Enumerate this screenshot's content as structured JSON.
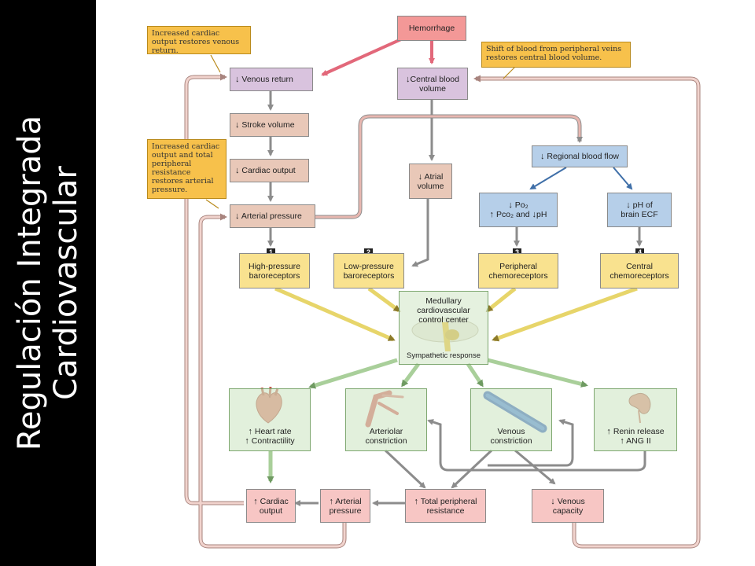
{
  "slide_title": [
    "Regulación Integrada",
    "Cardiovascular"
  ],
  "boxes": {
    "hemorrhage": "Hemorrhage",
    "venous_return": "Venous return",
    "central_blood_volume": [
      "Central blood",
      "volume"
    ],
    "stroke_volume": "Stroke volume",
    "cardiac_output": "Cardiac output",
    "arterial_pressure": "Arterial pressure",
    "atrial_volume": [
      "Atrial",
      "volume"
    ],
    "regional_blood_flow": "Regional blood flow",
    "po2_line": "Po₂",
    "pco2_line": "Pco₂ and",
    "ph_word": "pH",
    "ph_brain": [
      "pH of",
      "brain ECF"
    ],
    "high_pressure_baro": [
      "High-pressure",
      "baroreceptors"
    ],
    "low_pressure_baro": [
      "Low-pressure",
      "baroreceptors"
    ],
    "peripheral_chemo": [
      "Peripheral",
      "chemoreceptors"
    ],
    "central_chemo": [
      "Central",
      "chemoreceptors"
    ],
    "medullary_center": [
      "Medullary",
      "cardiovascular",
      "control center"
    ],
    "sympathetic_response": "Sympathetic response",
    "heart_rate": "Heart rate",
    "contractility": "Contractility",
    "arteriolar_constriction": [
      "Arteriolar",
      "constriction"
    ],
    "venous_constriction": [
      "Venous",
      "constriction"
    ],
    "renin_release": "Renin release",
    "ang_ii": "ANG II",
    "cardiac_output_result": [
      "Cardiac",
      "output"
    ],
    "arterial_pressure_result": [
      "Arterial",
      "pressure"
    ],
    "total_peripheral_resistance": [
      "Total peripheral",
      "resistance"
    ],
    "venous_capacity": [
      "Venous",
      "capacity"
    ]
  },
  "badges": [
    "1",
    "2",
    "3",
    "4"
  ],
  "notes": {
    "venous_return_note": "Increased cardiac output restores venous return.",
    "shift_note": "Shift of blood from peripheral veins restores central blood volume.",
    "arterial_note": "Increased cardiac output and total peripheral resistance restores arterial pressure."
  },
  "symbols": {
    "down": "↓",
    "up": "↑"
  },
  "colors": {
    "red_arrow": "#e2687a",
    "yellow_arrow": "#e7d56a",
    "green_arrow": "#a9cf9a",
    "feedback_loop": "#e8b7b0",
    "gray_arrow": "#8c8c8c"
  }
}
